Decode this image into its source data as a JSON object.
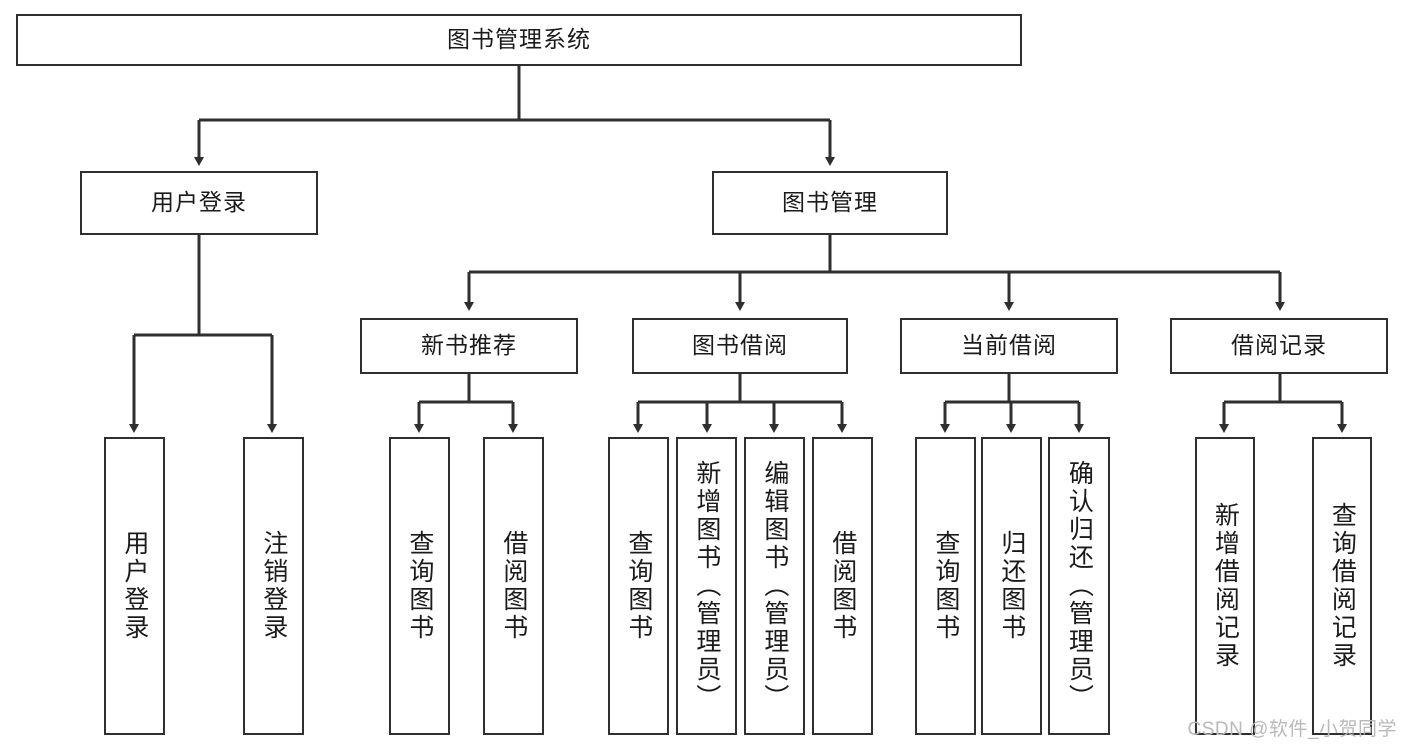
{
  "diagram": {
    "title": "图书管理系统",
    "type": "hierarchy-tree",
    "colors": {
      "box_border": "#2f2f2f",
      "box_fill": "#ffffff",
      "connector": "#2f2f2f",
      "text": "#1b1b1b",
      "watermark": "#b9b9b9"
    },
    "root": {
      "label": "图书管理系统"
    },
    "level2": [
      {
        "label": "用户登录"
      },
      {
        "label": "图书管理"
      }
    ],
    "level3": [
      {
        "label": "新书推荐"
      },
      {
        "label": "图书借阅"
      },
      {
        "label": "当前借阅"
      },
      {
        "label": "借阅记录"
      }
    ],
    "leaves": {
      "user_login": [
        {
          "label": "用户登录"
        },
        {
          "label": "注销登录"
        }
      ],
      "new_book_recommend": [
        {
          "label": "查询图书"
        },
        {
          "label": "借阅图书"
        }
      ],
      "book_borrow": [
        {
          "label": "查询图书"
        },
        {
          "label": "新增图书（管理员）"
        },
        {
          "label": "编辑图书（管理员）"
        },
        {
          "label": "借阅图书"
        }
      ],
      "current_borrow": [
        {
          "label": "查询图书"
        },
        {
          "label": "归还图书"
        },
        {
          "label": "确认归还（管理员）"
        }
      ],
      "borrow_record": [
        {
          "label": "新增借阅记录"
        },
        {
          "label": "查询借阅记录"
        }
      ]
    },
    "watermark": "CSDN @软件_小贺同学"
  }
}
